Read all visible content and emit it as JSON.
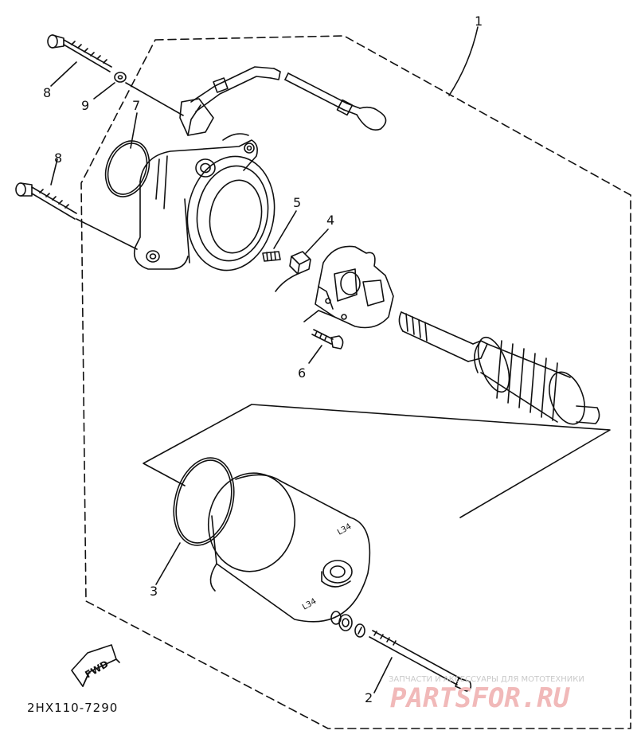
{
  "callouts": {
    "c1": "1",
    "c2": "2",
    "c3": "3",
    "c4": "4",
    "c5": "5",
    "c6": "6",
    "c7": "7",
    "c8a": "8",
    "c8b": "8",
    "c9": "9"
  },
  "fwd_label": "FWD",
  "diagram_code": "2HX110-7290",
  "watermark": {
    "tagline": "ЗАПЧАСТИ И АКСЕССУАРЫ ДЛЯ МОТОТЕХНИКИ",
    "brand": "PARTSFOR.RU"
  }
}
